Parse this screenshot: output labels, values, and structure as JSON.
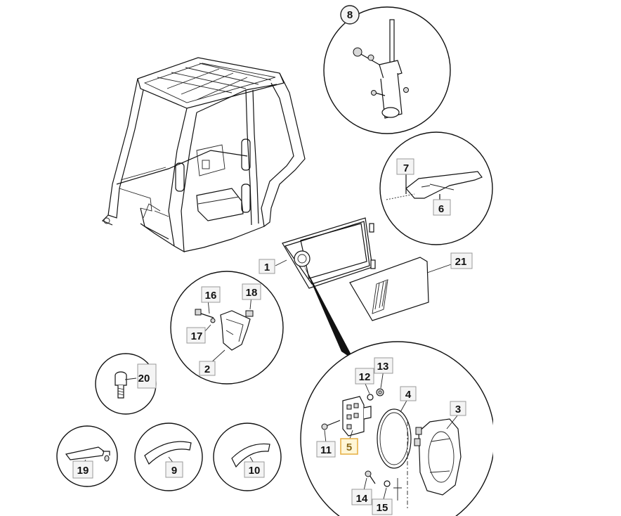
{
  "diagram": {
    "highlight_color": "#e8b24a",
    "callouts": {
      "c1": "1",
      "c2": "2",
      "c3": "3",
      "c4": "4",
      "c5": "5",
      "c6": "6",
      "c7": "7",
      "c8": "8",
      "c9": "9",
      "c10": "10",
      "c11": "11",
      "c12": "12",
      "c13": "13",
      "c14": "14",
      "c15": "15",
      "c16": "16",
      "c17": "17",
      "c18": "18",
      "c19": "19",
      "c20": "20",
      "c21": "21"
    },
    "highlighted_callout": "5"
  }
}
